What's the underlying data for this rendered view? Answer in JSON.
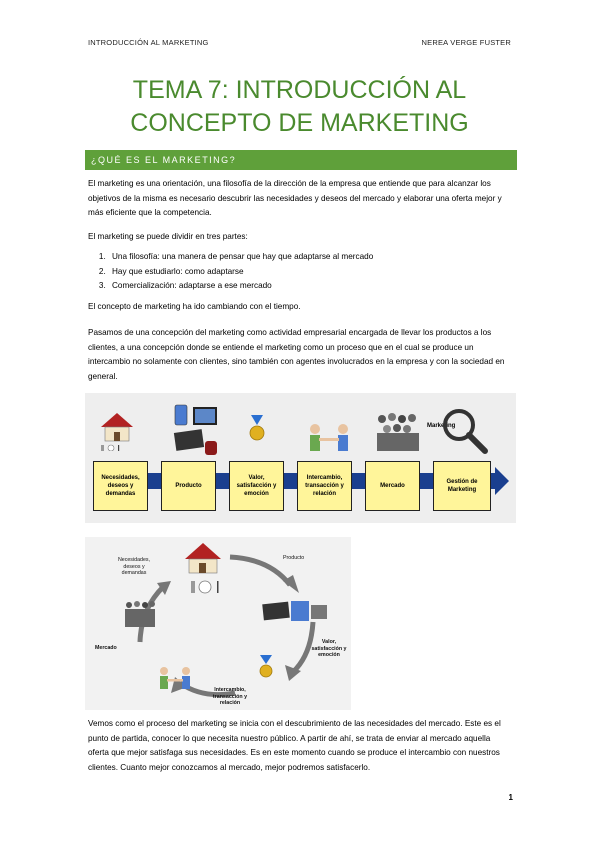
{
  "header": {
    "left": "INTRODUCCIÓN AL MARKETING",
    "right": "NEREA VERGE FUSTER"
  },
  "title": {
    "line1": "TEMA 7: INTRODUCCIÓN AL",
    "line2": "CONCEPTO DE MARKETING"
  },
  "section": {
    "heading": "¿QUÉ ES EL MARKETING?"
  },
  "paragraphs": {
    "p1": "El marketing es una orientación, una filosofía de la dirección de la empresa que entiende que para alcanzar los objetivos de la misma es necesario descubrir las necesidades y deseos del mercado y elaborar una oferta mejor y más eficiente que la competencia.",
    "p2": "El marketing se puede dividir en tres partes:",
    "list": [
      "Una filosofía: una manera de pensar que hay que adaptarse al mercado",
      "Hay que estudiarlo: como adaptarse",
      "Comercialización: adaptarse a ese mercado"
    ],
    "p3": "El concepto de marketing ha ido cambiando con el tiempo.",
    "p4": "Pasamos de una concepción del marketing como actividad empresarial encargada de llevar los productos a los clientes, a una concepción donde se entiende el marketing como un proceso que en el cual se produce un intercambio no solamente con clientes, sino también con agentes involucrados en la empresa y con la sociedad en general.",
    "p5": "Vemos como el proceso del marketing se inicia con el descubrimiento de las necesidades del mercado. Este es el punto de partida, conocer lo que necesita nuestro público. A partir de ahí, se trata de enviar al mercado aquella oferta que mejor satisfaga sus necesidades. Es en este momento cuando se produce el intercambio con nuestros clientes. Cuanto mejor conozcamos al mercado, mejor podremos satisfacerlo."
  },
  "diagram1": {
    "boxes": [
      "Necesidades, deseos y demandas",
      "Producto",
      "Valor, satisfacción y emoción",
      "Intercambio, transacción y relación",
      "Mercado",
      "Gestión de Marketing"
    ],
    "magnifier_label": "Marketing",
    "colors": {
      "arrow": "#1a3f8f",
      "box": "#fff59a"
    }
  },
  "diagram2": {
    "labels": {
      "needs": "Necesidades, deseos y demandas",
      "product": "Producto",
      "value": "Valor, satisfacción y emoción",
      "exchange": "Intercambio, transacción y relación",
      "market": "Mercado"
    }
  },
  "page_number": "1",
  "colors": {
    "accent": "#4a8a2e",
    "section_bar": "#5fa03a"
  }
}
